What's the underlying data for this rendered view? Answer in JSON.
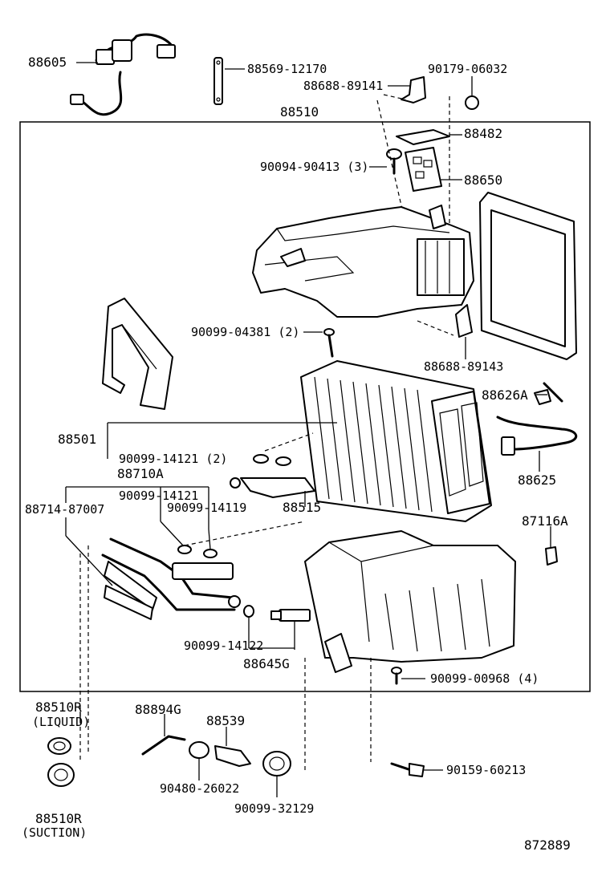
{
  "labels": {
    "l88605": "88605",
    "l88569": "88569-12170",
    "l88688_89141": "88688-89141",
    "l90179": "90179-06032",
    "l88510": "88510",
    "l88482": "88482",
    "l90094": "90094-90413 (3)",
    "l88650": "88650",
    "l90099_04381": "90099-04381 (2)",
    "l88688_89143": "88688-89143",
    "l88626A": "88626A",
    "l88501": "88501",
    "l90099_14121a": "90099-14121 (2)",
    "l88710A": "88710A",
    "l88625": "88625",
    "l90099_14121b": "90099-14121",
    "l90099_14119": "90099-14119",
    "l88714": "88714-87007",
    "l88515": "88515",
    "l87116A": "87116A",
    "l90099_14122": "90099-14122",
    "l88645G": "88645G",
    "l90099_00968": "90099-00968 (4)",
    "l88510R_liq": "88510R",
    "l_liquid": "(LIQUID)",
    "l88894G": "88894G",
    "l88539": "88539",
    "l90159": "90159-60213",
    "l90480": "90480-26022",
    "l90099_32129": "90099-32129",
    "l88510R_suc": "88510R",
    "l_suction": "(SUCTION)",
    "l_code": "872889"
  }
}
